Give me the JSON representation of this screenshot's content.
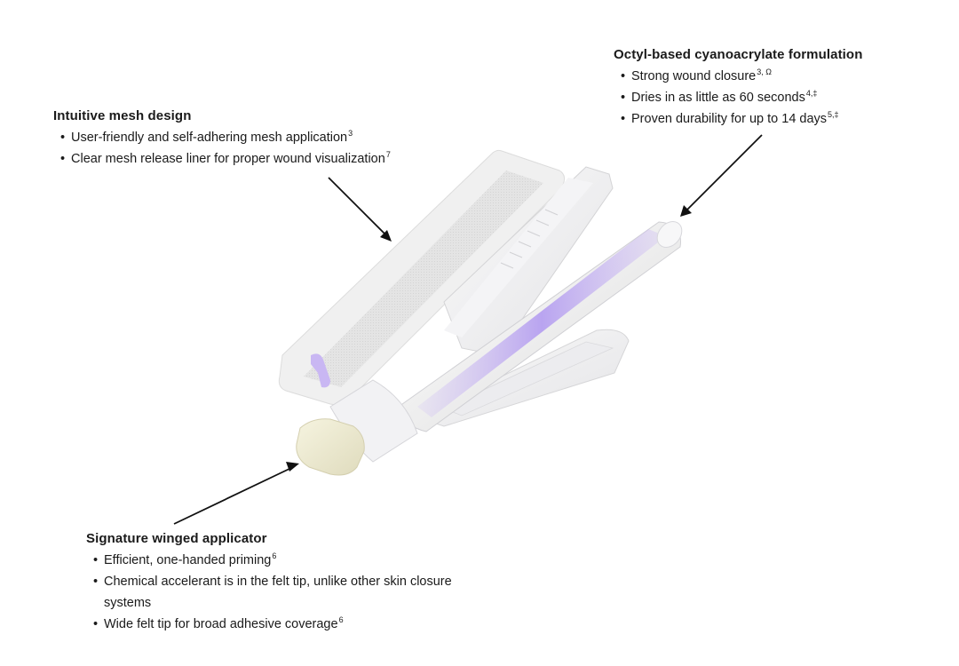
{
  "mesh": {
    "title": "Intuitive mesh design",
    "items": [
      {
        "text": "User-friendly and self-adhering mesh application",
        "sup": "3"
      },
      {
        "text": "Clear mesh release liner for proper wound visualization",
        "sup": "7"
      }
    ]
  },
  "formulation": {
    "title": "Octyl-based cyanoacrylate formulation",
    "items": [
      {
        "text": "Strong wound closure",
        "sup": "3, Ω"
      },
      {
        "text": "Dries in as little as 60 seconds",
        "sup": "4,‡"
      },
      {
        "text": "Proven durability for up to 14 days",
        "sup": "5,‡"
      }
    ]
  },
  "applicator": {
    "title": "Signature winged applicator",
    "items": [
      {
        "text": "Efficient, one-handed priming",
        "sup": "6"
      },
      {
        "text": "Chemical accelerant is in the felt tip, unlike other skin closure systems",
        "sup": ""
      },
      {
        "text": "Wide felt tip for broad adhesive coverage",
        "sup": "6"
      }
    ]
  },
  "colors": {
    "text": "#1a1a1a",
    "arrow": "#111111",
    "adhesive_purple": "#b9a2f0",
    "felt_tip": "#ece9cf",
    "plastic": "#eeeeee"
  }
}
